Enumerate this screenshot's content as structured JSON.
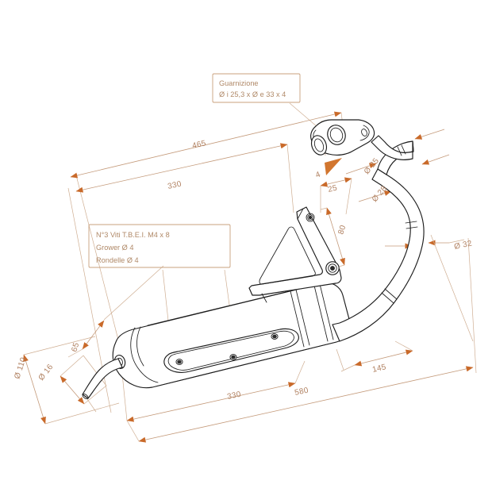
{
  "document": {
    "title": "Exhaust System Technical Drawing",
    "type": "engineering-drawing",
    "units": "mm",
    "line_color": "#1d1d1d",
    "dimension_color": "#c49a7a",
    "text_color": "#b08968",
    "arrow_color": "#c96a2a",
    "background": "#ffffff"
  },
  "notes": {
    "gasket": {
      "line1": "Guarnizione",
      "line2": "Ø i 25,3 x Ø e 33 x 4"
    },
    "hardware": {
      "line1": "N°3 Viti T.B.E.I. M4 x 8",
      "line2": "Grower Ø 4",
      "line3": "Rondelle Ø 4"
    }
  },
  "dimensions": {
    "overall_465": "465",
    "overall_330_top": "330",
    "overall_330_bottom": "330",
    "overall_580": "580",
    "length_145": "145",
    "offset_25": "25",
    "height_80": "80",
    "height_65": "65",
    "dia_110": "Ø 110",
    "dia_16": "Ø 16",
    "dia_25": "Ø 25",
    "dia_28": "Ø 28",
    "dia_32": "Ø 32",
    "callout_4": "4"
  },
  "parts": {
    "muffler_body": "silencer-canister",
    "header_pipe": "exhaust-header-pipe",
    "flange": "mounting-flange",
    "gasket_ring": "gasket-ring",
    "bracket": "mounting-bracket",
    "tail_pipe": "tail-drain-pipe",
    "cover_plate": "oval-cover-plate",
    "screws_count": 3
  }
}
